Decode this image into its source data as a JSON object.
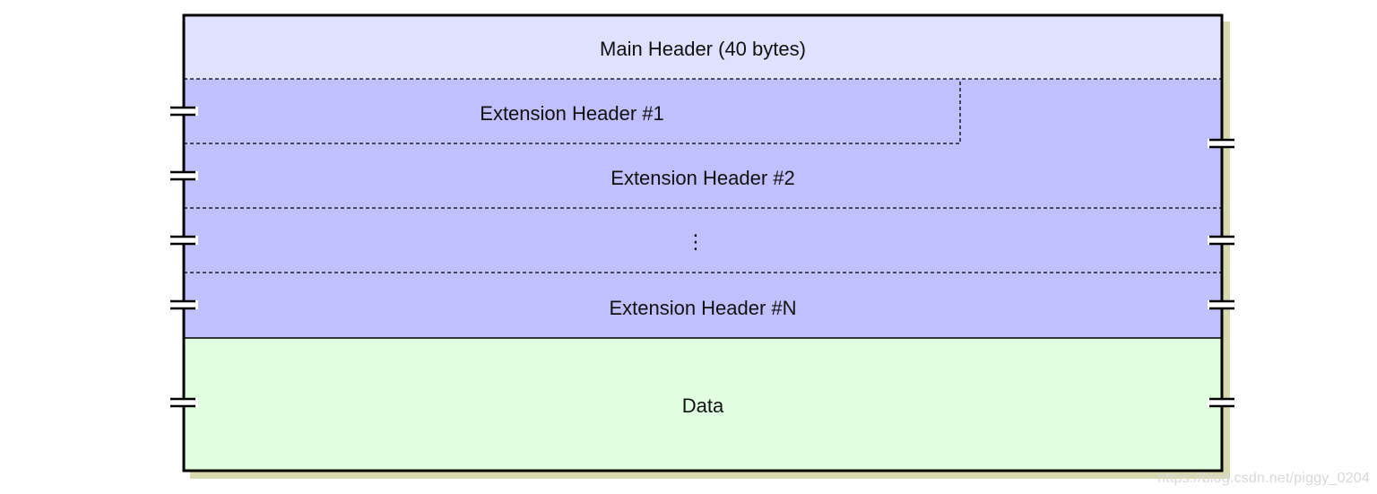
{
  "diagram": {
    "sections": {
      "main_header": "Main Header (40 bytes)",
      "ext_header_1": "Extension Header #1",
      "ext_header_2": "Extension Header #2",
      "ellipsis": "⋮",
      "ext_header_n": "Extension Header #N",
      "data": "Data"
    },
    "colors": {
      "main_header_fill": "#e0e0ff",
      "extension_fill": "#c0c0ff",
      "data_fill": "#e0ffe0",
      "shadow": "#d8d8b0",
      "border": "#000000"
    }
  },
  "watermark": "https://blog.csdn.net/piggy_0204"
}
